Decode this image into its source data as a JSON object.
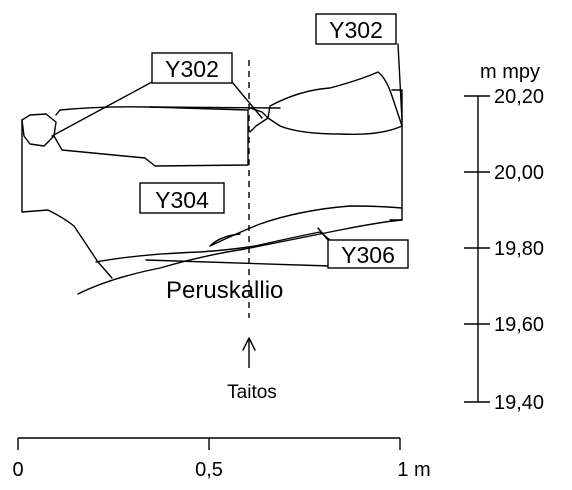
{
  "labels": {
    "y302_top": "Y302",
    "y302_mid": "Y302",
    "y304": "Y304",
    "y306": "Y306",
    "bedrock": "Peruskallio",
    "fold": "Taitos"
  },
  "elevation_scale": {
    "unit": "m mpy",
    "ticks": [
      "20,20",
      "20,00",
      "19,80",
      "19,60",
      "19,40"
    ]
  },
  "horizontal_scale": {
    "ticks": [
      "0",
      "0,5",
      "1 m"
    ]
  }
}
